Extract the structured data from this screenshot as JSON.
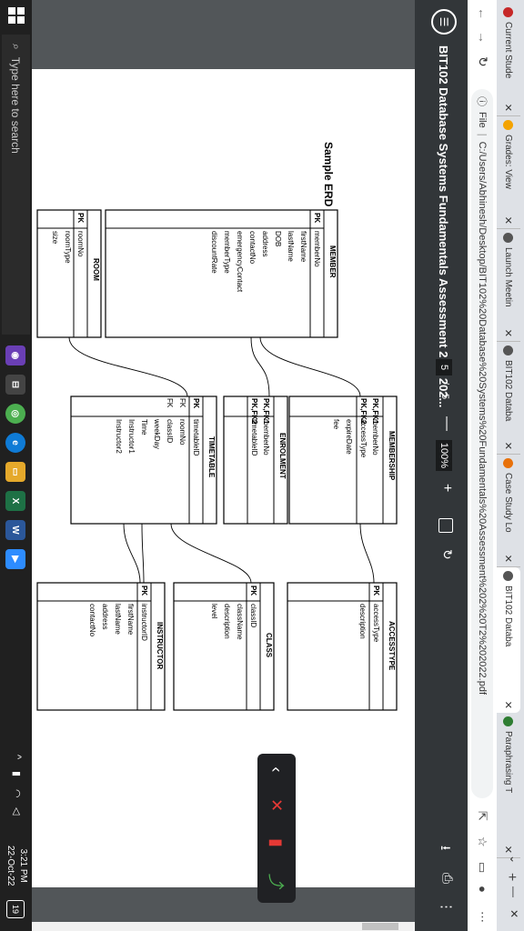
{
  "tabs": [
    {
      "label": "Current Stude",
      "color": "#c62828"
    },
    {
      "label": "Grades: View",
      "color": "#f4a300"
    },
    {
      "label": "Launch Meetin",
      "color": "#555555"
    },
    {
      "label": "BIT102 Databa",
      "color": "#555555"
    },
    {
      "label": "Case Study Lo",
      "color": "#e8710a"
    },
    {
      "label": "BIT102 Databa",
      "color": "#555555"
    },
    {
      "label": "Paraphrasing T",
      "color": "#2e7d32"
    }
  ],
  "address": {
    "prefix": "File",
    "url": "C:/Users/Abhinesh/Desktop/BIT102%20Database%20Systems%20Fundamentals%20Assessment%202%20T2%202022.pdf"
  },
  "pdf": {
    "title": "BIT102 Database Systems Fundamentals Assessment 2 T2 202...",
    "page": "5",
    "sep": "/",
    "total": "5",
    "zoom": "100%"
  },
  "erd": {
    "title": "Sample ERD solution",
    "tables": [
      {
        "id": "member",
        "title": "MEMBER",
        "keys": [
          "PK"
        ],
        "fields": [
          "memberNo",
          "firstName",
          "lastName",
          "DOB",
          "address",
          "contactNo",
          "emergencyContact",
          "memberType",
          "discountRate"
        ]
      },
      {
        "id": "room",
        "title": "ROOM",
        "keys": [
          "PK"
        ],
        "fields": [
          "roomNo",
          "roomType",
          "size"
        ]
      },
      {
        "id": "membership",
        "title": "MEMBERSHIP",
        "keys": [
          "PK,FK1",
          "PK,FK2"
        ],
        "fields": [
          "memberNo",
          "accessType",
          "expireDate",
          "fee"
        ]
      },
      {
        "id": "enrolment",
        "title": "ENROLMENT",
        "keys": [
          "PK,FK1",
          "PK,FK2"
        ],
        "fields": [
          "memberNo",
          "timetableID"
        ]
      },
      {
        "id": "timetable",
        "title": "TIMETABLE",
        "keys": [
          "PK",
          "FK",
          "FK"
        ],
        "fields": [
          "timetableID",
          "roomNo",
          "classID",
          "weekDay",
          "Time",
          "Instructor1",
          "Instructor2"
        ]
      },
      {
        "id": "accesstype",
        "title": "ACCESSTYPE",
        "keys": [
          "PK"
        ],
        "fields": [
          "accessType",
          "description"
        ]
      },
      {
        "id": "class",
        "title": "CLASS",
        "keys": [
          "PK"
        ],
        "fields": [
          "classID",
          "className",
          "description",
          "level"
        ]
      },
      {
        "id": "instructor",
        "title": "INSTRUCTOR",
        "keys": [
          "PK"
        ],
        "fields": [
          "instructorID",
          "firstName",
          "lastName",
          "address",
          "contactNo"
        ]
      }
    ]
  },
  "taskbar": {
    "search": "Type here to search",
    "time": "3:21 PM",
    "date": "22-Oct-22",
    "notif": "19"
  }
}
